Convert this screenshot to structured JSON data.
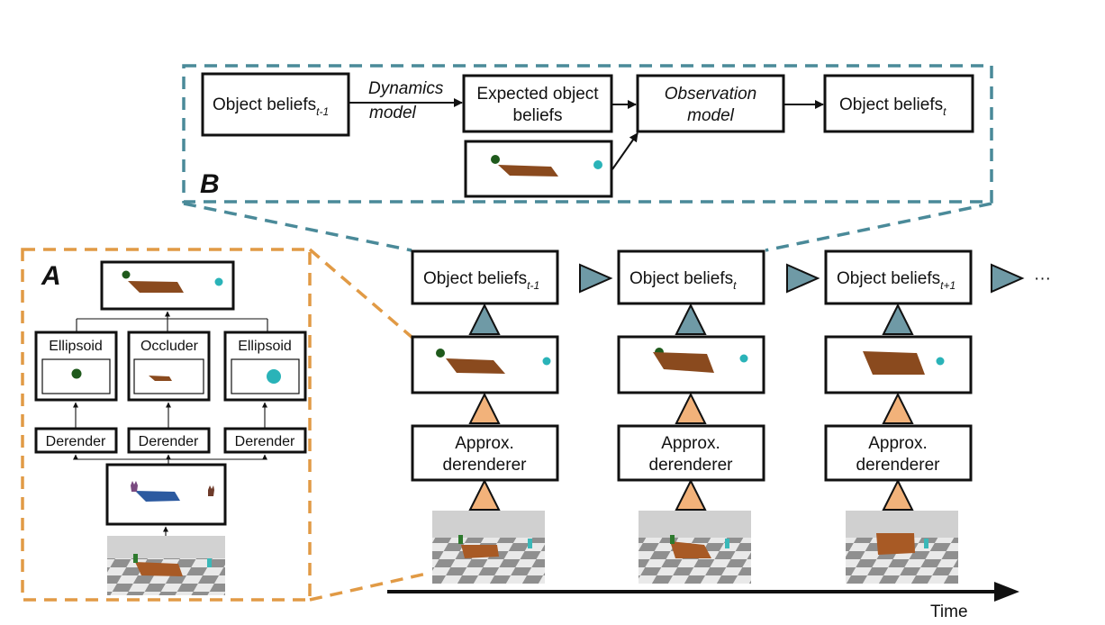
{
  "panel_b": {
    "label": "B",
    "prev_beliefs": "Object beliefs",
    "prev_sub": "t-1",
    "dynamics_line1": "Dynamics",
    "dynamics_line2": "model",
    "expected_line1": "Expected object",
    "expected_line2": "beliefs",
    "observation_line1": "Observation",
    "observation_line2": "model",
    "curr_beliefs": "Object beliefs",
    "curr_sub": "t"
  },
  "panel_a": {
    "label": "A",
    "slots": [
      {
        "type": "Ellipsoid",
        "module": "Derender"
      },
      {
        "type": "Occluder",
        "module": "Derender"
      },
      {
        "type": "Ellipsoid",
        "module": "Derender"
      }
    ]
  },
  "timeline": {
    "columns": [
      {
        "beliefs": "Object beliefs",
        "sub": "t-1",
        "derenderer_line1": "Approx.",
        "derenderer_line2": "derenderer"
      },
      {
        "beliefs": "Object beliefs",
        "sub": "t",
        "derenderer_line1": "Approx.",
        "derenderer_line2": "derenderer"
      },
      {
        "beliefs": "Object beliefs",
        "sub": "t+1",
        "derenderer_line1": "Approx.",
        "derenderer_line2": "derenderer"
      }
    ],
    "ellipsis": "···",
    "axis_label": "Time"
  },
  "colors": {
    "teal": "#4a8a99",
    "orange": "#e19a45",
    "occluder_brown": "#8a4a1e",
    "sphere_green": "#1f5a1c",
    "sphere_cyan": "#2ab3b8"
  }
}
